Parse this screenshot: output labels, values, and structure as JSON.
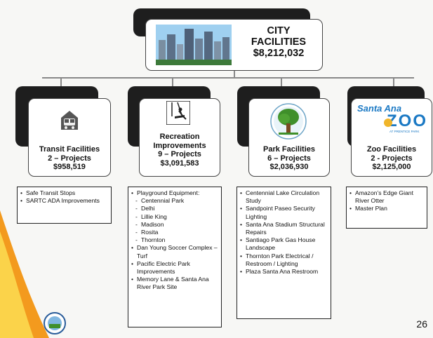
{
  "top": {
    "line1": "CITY",
    "line2": "FACILITIES",
    "amount": "$8,212,032"
  },
  "cards": [
    {
      "title": "Transit Facilities",
      "projects": "2 – Projects",
      "amount": "$958,519",
      "icon": "bus-icon"
    },
    {
      "title": "Recreation Improvements",
      "projects": "9 – Projects",
      "amount": "$3,091,583",
      "icon": "swing-icon"
    },
    {
      "title": "Park Facilities",
      "projects": "6 – Projects",
      "amount": "$2,036,930",
      "icon": "tree-icon"
    },
    {
      "title": "Zoo Facilities",
      "projects": "2 - Projects",
      "amount": "$2,125,000",
      "icon": "zoo-logo"
    }
  ],
  "zoo_logo": {
    "line1": "Santa Ana",
    "line2": "ZOO",
    "line3": "AT PRENTICE PARK"
  },
  "lists": {
    "transit": [
      "Safe Transit Stops",
      "SARTC ADA Improvements"
    ],
    "recreation": {
      "playground": "Playground Equipment:",
      "sub": [
        "Centennial Park",
        "Delhi",
        "Lillie King",
        "Madison",
        "Rosita",
        "Thornton"
      ],
      "rest": [
        "Dan Young Soccer Complex – Turf",
        "Pacific Electric Park Improvements",
        "Memory Lane & Santa Ana River Park Site"
      ]
    },
    "park": [
      "Centennial Lake Circulation Study",
      "Sandpoint Paseo Security Lighting",
      "Santa Ana Stadium Structural Repairs",
      "Santiago Park Gas House Landscape",
      "Thornton Park Electrical / Restroom / Lighting",
      "Plaza Santa Ana Restroom"
    ],
    "zoo": [
      "Amazon’s Edge Giant River Otter",
      "Master Plan"
    ]
  },
  "page_number": "26",
  "colors": {
    "swoosh_orange": "#f39a1e",
    "swoosh_yellow": "#fbd34a",
    "tree_green": "#3f8f2a"
  }
}
